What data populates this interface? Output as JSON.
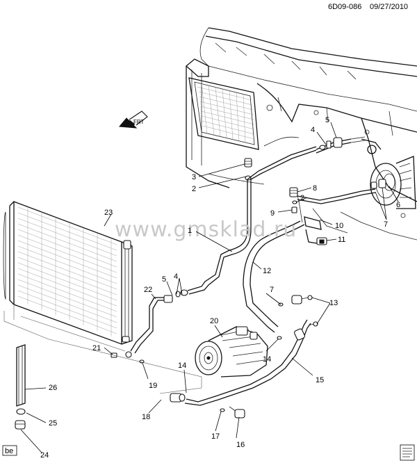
{
  "header": {
    "drawing_code": "6D09-086",
    "date": "09/27/2010"
  },
  "watermark": "www.gmsklad.ru",
  "corner_tag": "be",
  "callouts": [
    {
      "id": "c1",
      "label": "1"
    },
    {
      "id": "c2a",
      "label": "2"
    },
    {
      "id": "c2b",
      "label": "2"
    },
    {
      "id": "c3",
      "label": "3"
    },
    {
      "id": "c4a",
      "label": "4"
    },
    {
      "id": "c4b",
      "label": "4"
    },
    {
      "id": "c5a",
      "label": "5"
    },
    {
      "id": "c5b",
      "label": "5"
    },
    {
      "id": "c6",
      "label": "6"
    },
    {
      "id": "c7a",
      "label": "7"
    },
    {
      "id": "c7b",
      "label": "7"
    },
    {
      "id": "c8",
      "label": "8"
    },
    {
      "id": "c9",
      "label": "9"
    },
    {
      "id": "c10",
      "label": "10"
    },
    {
      "id": "c11",
      "label": "11"
    },
    {
      "id": "c12",
      "label": "12"
    },
    {
      "id": "c13",
      "label": "13"
    },
    {
      "id": "c14a",
      "label": "14"
    },
    {
      "id": "c14b",
      "label": "14"
    },
    {
      "id": "c15",
      "label": "15"
    },
    {
      "id": "c16",
      "label": "16"
    },
    {
      "id": "c17",
      "label": "17"
    },
    {
      "id": "c18",
      "label": "18"
    },
    {
      "id": "c19",
      "label": "19"
    },
    {
      "id": "c20",
      "label": "20"
    },
    {
      "id": "c21",
      "label": "21"
    },
    {
      "id": "c22",
      "label": "22"
    },
    {
      "id": "c23",
      "label": "23"
    },
    {
      "id": "c24",
      "label": "24"
    },
    {
      "id": "c25",
      "label": "25"
    },
    {
      "id": "c26",
      "label": "26"
    }
  ],
  "icons": {
    "front_arrow": "front-direction-icon",
    "book_icon": "service-manual-icon"
  }
}
